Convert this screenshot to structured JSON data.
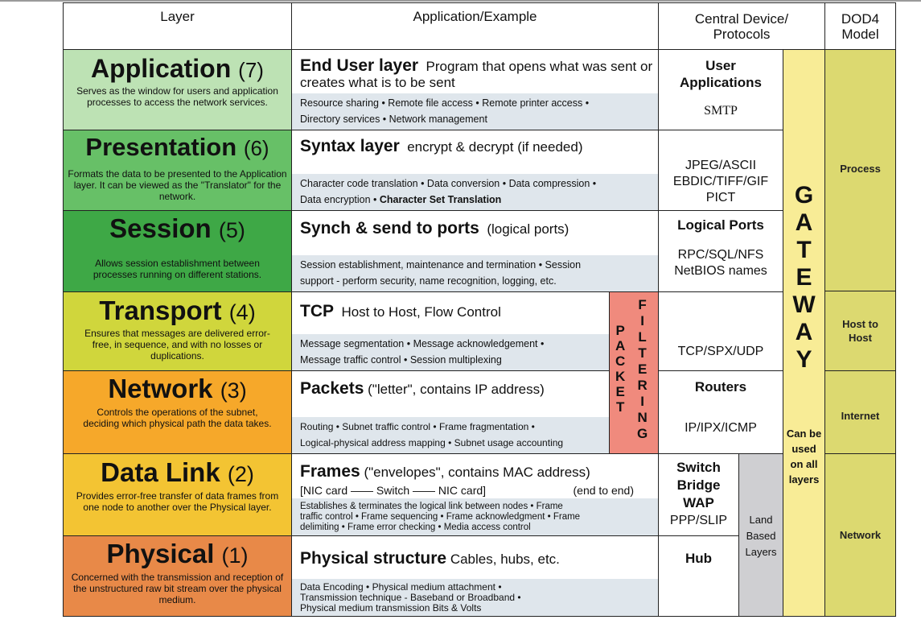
{
  "headers": {
    "layer": "Layer",
    "application": "Application/Example",
    "central_line1": "Central Device/",
    "central_line2": "Protocols",
    "dod_line1": "DOD4",
    "dod_line2": "Model"
  },
  "colors": {
    "application": "#bde2b4",
    "presentation": "#67c067",
    "session": "#3ea846",
    "transport": "#d0d63c",
    "network": "#f6a82a",
    "datalink": "#f3c433",
    "physical": "#e88948",
    "packet_filtering": "#f08a7d",
    "gateway": "#f8ec96",
    "dod": "#dcd970",
    "land_based": "#cfcfd2",
    "sub_band": "#dfe6ec"
  },
  "layers": {
    "application": {
      "name": "Application",
      "number": "(7)",
      "desc": "Serves as the window for users and application processes to access the network services.",
      "main_bold": "End User layer",
      "main_rest": "Program that opens what was sent or creates what is to be sent",
      "sub_line1": "Resource sharing • Remote file access • Remote printer access •",
      "sub_line2": "Directory services • Network management"
    },
    "presentation": {
      "name": "Presentation",
      "number": "(6)",
      "desc": "Formats the data to be presented to the Application layer. It can be viewed as the \"Translator\" for the network.",
      "main_bold": "Syntax layer",
      "main_rest": "encrypt & decrypt (if needed)",
      "sub_line1": "Character code translation • Data conversion • Data compression •",
      "sub_line2a": "Data encryption • ",
      "sub_line2b": "Character Set Translation"
    },
    "session": {
      "name": "Session",
      "number": "(5)",
      "desc": "Allows session establishment between processes running on different stations.",
      "main_bold": "Synch & send to ports",
      "main_rest": "(logical ports)",
      "sub_line1": "Session establishment, maintenance and termination • Session",
      "sub_line2": "support - perform security, name recognition, logging, etc."
    },
    "transport": {
      "name": "Transport",
      "number": "(4)",
      "desc": "Ensures that messages are delivered error-free, in sequence, and with no losses or duplications.",
      "main_bold": "TCP",
      "main_rest": "Host to Host, Flow Control",
      "sub_line1": "Message segmentation • Message acknowledgement •",
      "sub_line2": "Message traffic control • Session multiplexing"
    },
    "network": {
      "name": "Network",
      "number": "(3)",
      "desc": "Controls the operations of the subnet, deciding which physical path the data takes.",
      "main_bold": "Packets",
      "main_rest": "(\"letter\", contains IP address)",
      "sub_line1": "Routing • Subnet traffic control • Frame fragmentation •",
      "sub_line2": "Logical-physical address mapping • Subnet usage accounting"
    },
    "datalink": {
      "name": "Data Link",
      "number": "(2)",
      "desc": "Provides error-free transfer of data frames from one node to another over the Physical layer.",
      "main_bold": "Frames",
      "main_rest": "(\"envelopes\", contains MAC address)",
      "detail_left": "[NIC card —— Switch —— NIC card]",
      "detail_right": "(end to end)",
      "sub_line1": "Establishes & terminates the logical link between nodes • Frame",
      "sub_line2": "traffic control • Frame sequencing • Frame acknowledgment • Frame",
      "sub_line3": "delimiting • Frame error checking • Media access control"
    },
    "physical": {
      "name": "Physical",
      "number": "(1)",
      "desc": "Concerned with the transmission and reception of the unstructured raw bit stream over the physical medium.",
      "main_bold": "Physical structure",
      "main_rest": "Cables, hubs, etc.",
      "sub_line1": "Data Encoding • Physical medium attachment •",
      "sub_line2": "Transmission technique - Baseband or Broadband •",
      "sub_line3": "Physical medium transmission Bits & Volts"
    }
  },
  "devices": {
    "application": {
      "line1": "User",
      "line2": "Applications",
      "proto": "SMTP"
    },
    "presentation": {
      "line1": "JPEG/ASCII",
      "line2": "EBDIC/TIFF/GIF",
      "line3": "PICT"
    },
    "session": {
      "line1": "Logical Ports",
      "line2": "RPC/SQL/NFS",
      "line3": "NetBIOS names"
    },
    "transport": {
      "line1": "TCP/SPX/UDP"
    },
    "network": {
      "line1": "Routers",
      "line2": "IP/IPX/ICMP"
    },
    "datalink": {
      "line1": "Switch",
      "line2": "Bridge",
      "line3": "WAP",
      "line4": "PPP/SLIP"
    },
    "physical": {
      "line1": "Hub"
    }
  },
  "land_based": {
    "line1": "Land",
    "line2": "Based",
    "line3": "Layers"
  },
  "packet_filtering": {
    "word1": [
      "P",
      "A",
      "C",
      "K",
      "E",
      "T"
    ],
    "word2": [
      "F",
      "I",
      "L",
      "T",
      "E",
      "R",
      "I",
      "N",
      "G"
    ]
  },
  "gateway": {
    "letters": [
      "G",
      "A",
      "T",
      "E",
      "W",
      "A",
      "Y"
    ],
    "note_line1": "Can be",
    "note_line2": "used",
    "note_line3": "on all",
    "note_line4": "layers"
  },
  "dod": {
    "process": "Process",
    "host_line1": "Host to",
    "host_line2": "Host",
    "internet": "Internet",
    "network": "Network"
  }
}
